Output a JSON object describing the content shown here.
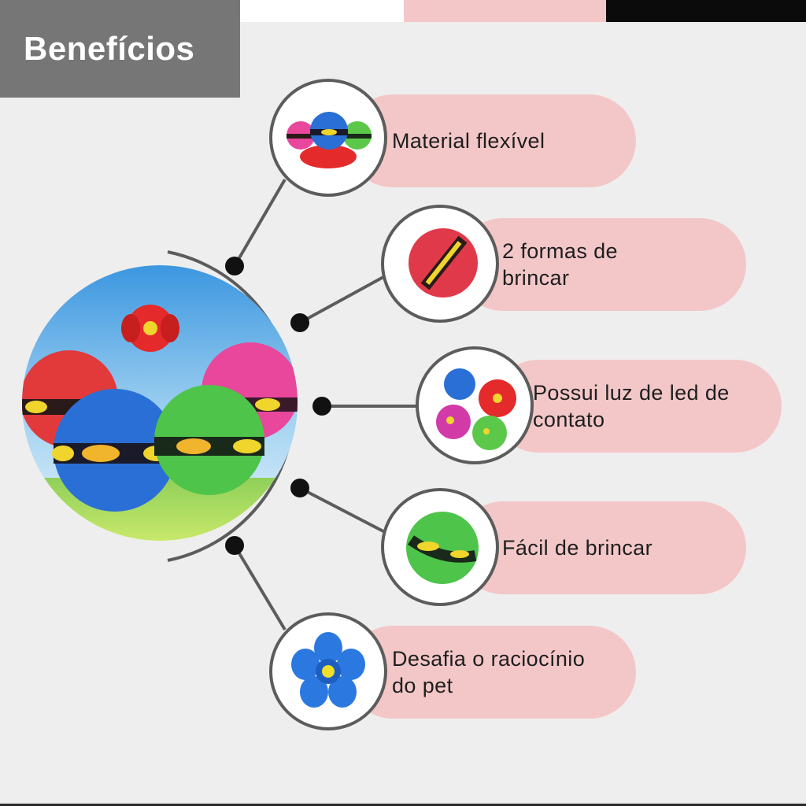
{
  "header": {
    "title": "Benefícios",
    "strip_colors": [
      "#ffffff",
      "#f3c7c8",
      "#0b0b0b"
    ]
  },
  "colors": {
    "background": "#efeeee",
    "title_box": "#767676",
    "pill": "#f3c7c8",
    "connector": "#5c5c5c",
    "dot": "#111111"
  },
  "hero": {
    "image_name": "colorful-flying-saucer-balls-photo"
  },
  "benefits": [
    {
      "text": "Material flexível",
      "icon": "multicolor-balls-stack-icon"
    },
    {
      "text": "2 formas de brincar",
      "icon": "red-ball-icon"
    },
    {
      "text": "Possui luz de led de contato",
      "icon": "four-balls-led-icon"
    },
    {
      "text": "Fácil de brincar",
      "icon": "green-ball-icon"
    },
    {
      "text": "Desafia o raciocínio do pet",
      "icon": "blue-flower-disc-icon"
    }
  ]
}
